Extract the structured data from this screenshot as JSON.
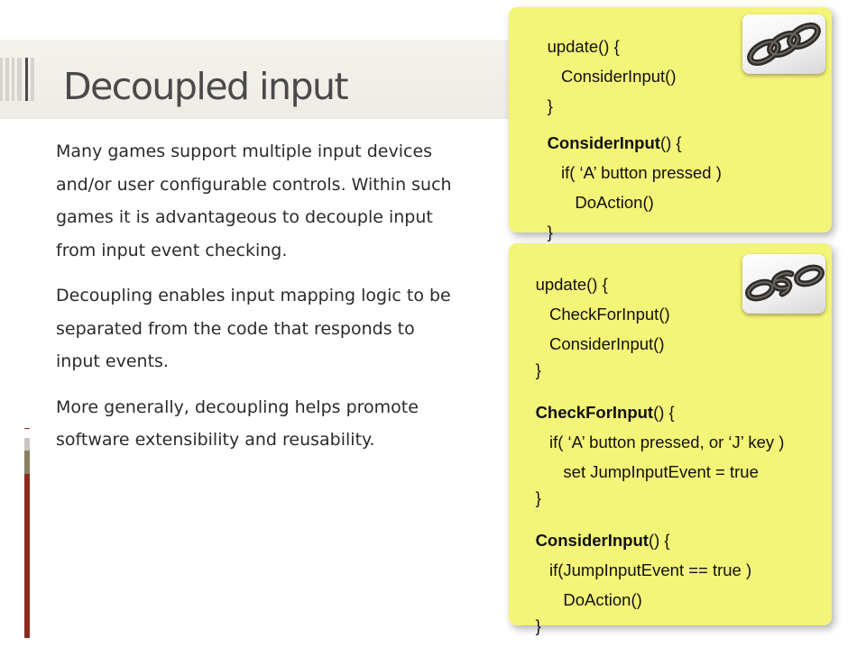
{
  "slide": {
    "title": "Decoupled input",
    "paragraphs": [
      "Many games support multiple input devices and/or user configurable controls.  Within such games it is advantageous to decouple input from input event checking.",
      "Decoupling enables input mapping logic to be separated from the code that responds to input events.",
      "More generally, decoupling helps promote software extensibility and reusability."
    ]
  },
  "code_box_top": {
    "image": "chain-icon",
    "lines": [
      {
        "plain": "update() {"
      },
      {
        "plain": "   ConsiderInput()"
      },
      {
        "plain": "}"
      },
      {
        "bold": "ConsiderInput",
        "plain": "() {"
      },
      {
        "plain": "   if( ‘A’ button pressed )"
      },
      {
        "plain": "      DoAction()"
      },
      {
        "plain": "}"
      }
    ]
  },
  "code_box_bottom": {
    "image": "broken-chain-icon",
    "lines": [
      {
        "plain": "update() {"
      },
      {
        "plain": "   CheckForInput()"
      },
      {
        "plain": "   ConsiderInput()"
      },
      {
        "plain": "}"
      },
      {
        "bold": "CheckForInput",
        "plain": "() {"
      },
      {
        "plain": "   if( ‘A’ button pressed, or ‘J’ key )"
      },
      {
        "plain": "      set JumpInputEvent = true"
      },
      {
        "plain": "}"
      },
      {
        "bold": "ConsiderInput",
        "plain": "() {"
      },
      {
        "plain": "   if(JumpInputEvent == true )"
      },
      {
        "plain": "      DoAction()"
      },
      {
        "plain": "}"
      }
    ]
  },
  "colors": {
    "code_box_background": "#f4f479",
    "accent": "#8b2b22",
    "title_text": "#4a4a4a",
    "body_text": "#2b2b2b"
  }
}
